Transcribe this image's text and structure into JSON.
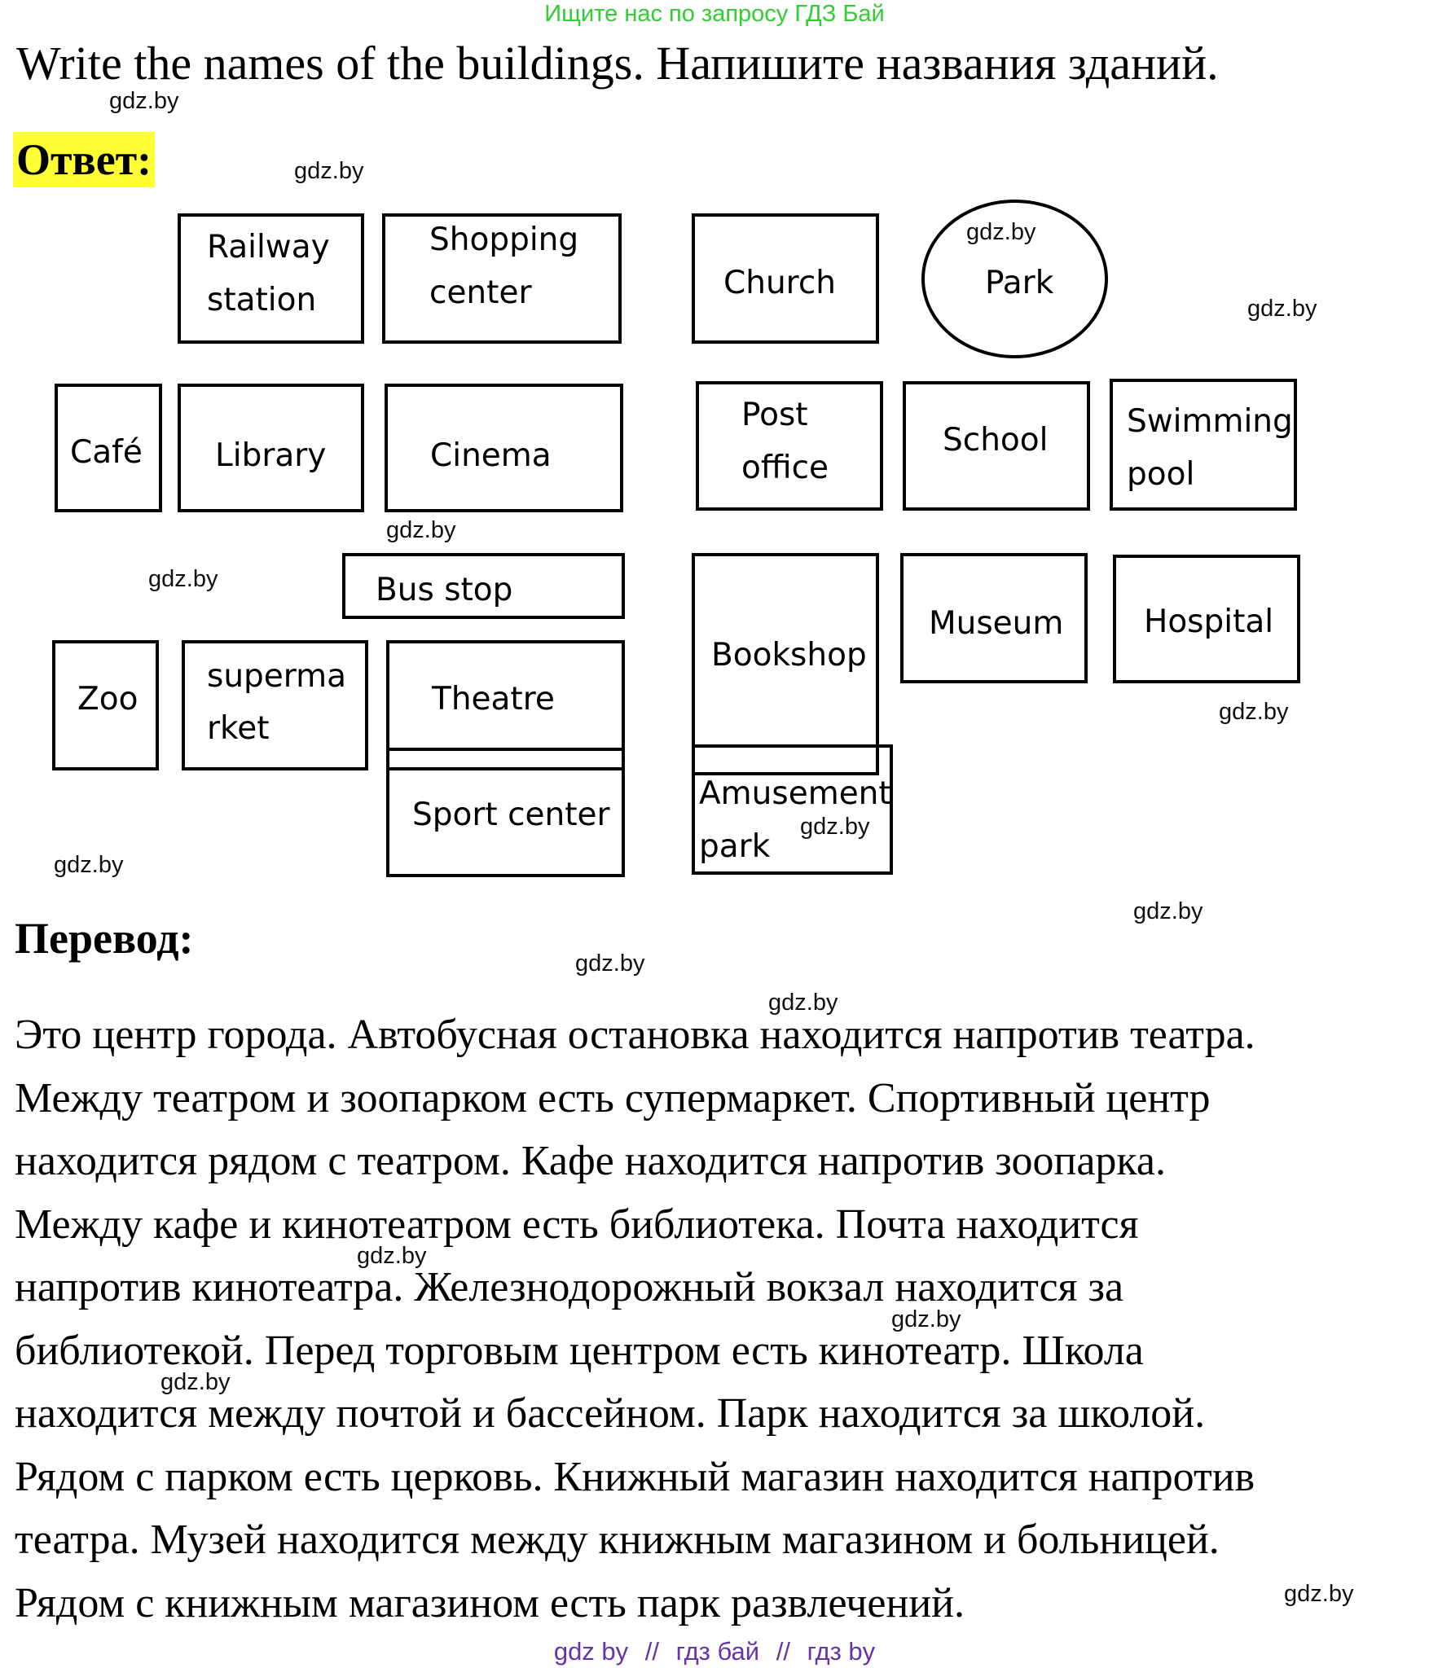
{
  "banner": "Ищите нас по запросу ГДЗ Бай",
  "task_title": "Write the names of the buildings. Напишите названия зданий.",
  "answer_heading": "Ответ:",
  "translation_heading": "Перевод:",
  "watermark": "gdz.by",
  "buildings": {
    "railway_station": [
      "Railway",
      "station"
    ],
    "shopping_center": [
      "Shopping",
      "center"
    ],
    "church": "Church",
    "park": "Park",
    "cafe": "Café",
    "library": "Library",
    "cinema": "Cinema",
    "post_office": [
      "Post",
      "office"
    ],
    "school": "School",
    "swimming_pool": [
      "Swimming",
      "pool"
    ],
    "bus_stop": "Bus stop",
    "bookshop": "Bookshop",
    "museum": "Museum",
    "hospital": "Hospital",
    "zoo": "Zoo",
    "supermarket": [
      "superma",
      "rket"
    ],
    "theatre": "Theatre",
    "sport_center": "Sport center",
    "amusement_park": [
      "Amusement",
      "park"
    ]
  },
  "translation_lines": [
    "Это центр города. Автобусная остановка находится напротив театра.",
    "Между театром и зоопарком есть супермаркет. Спортивный центр",
    "находится рядом с театром. Кафе находится напротив зоопарка.",
    "Между кафе и кинотеатром есть библиотека. Почта находится",
    "напротив кинотеатра. Железнодорожный вокзал находится за",
    "библиотекой. Перед торговым центром есть кинотеатр. Школа",
    "находится между почтой и бассейном. Парк находится за школой.",
    "Рядом с парком есть церковь. Книжный магазин находится напротив",
    "театра. Музей находится между книжным магазином и больницей.",
    "Рядом с книжным магазином есть парк развлечений."
  ],
  "footer": {
    "part1": "gdz by",
    "sep1": "//",
    "part2": "гдз бай",
    "sep2": "//",
    "part3": "гдз by"
  }
}
